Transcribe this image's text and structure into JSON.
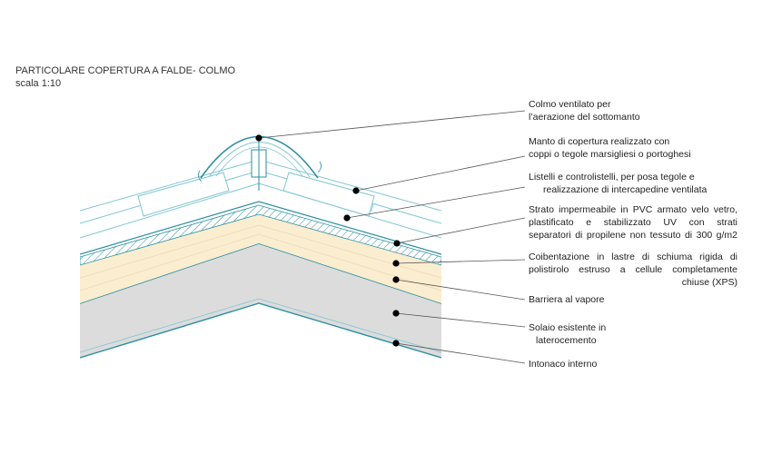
{
  "header": {
    "title": "PARTICOLARE COPERTURA A FALDE- COLMO",
    "scale": "scala 1:10"
  },
  "labels": [
    {
      "id": "colmo",
      "lines": [
        "Colmo ventilato per",
        "l’aerazione del sottomanto"
      ]
    },
    {
      "id": "manto",
      "lines": [
        "Manto di copertura realizzato con",
        "coppi o tegole marsigliesi o portoghesi"
      ]
    },
    {
      "id": "listelli",
      "lines": [
        "Listelli e controlistelli, per posa tegole e",
        "realizzazione di intercapedine ventilata"
      ]
    },
    {
      "id": "strato",
      "lines": [
        "Strato impermeabile in PVC armato velo vetro,",
        "plastificato e stabilizzato UV con strati",
        "separatori di propilene non tessuto di 300 g/m2"
      ]
    },
    {
      "id": "coibentazione",
      "lines": [
        "Coibentazione in lastre di schiuma rigida di",
        "polistirolo estruso a cellule completamente",
        "chiuse (XPS)"
      ]
    },
    {
      "id": "barriera",
      "lines": [
        "Barriera al vapore"
      ]
    },
    {
      "id": "solaio",
      "lines": [
        "Solaio esistente in",
        "laterocemento"
      ]
    },
    {
      "id": "intonaco",
      "lines": [
        "Intonaco interno"
      ]
    }
  ],
  "colors": {
    "insulation": "#fbedcf",
    "slab": "#dcdcdc",
    "membrane": "#2a8fa0",
    "outline": "#7fc6d2",
    "leader": "#555555"
  }
}
